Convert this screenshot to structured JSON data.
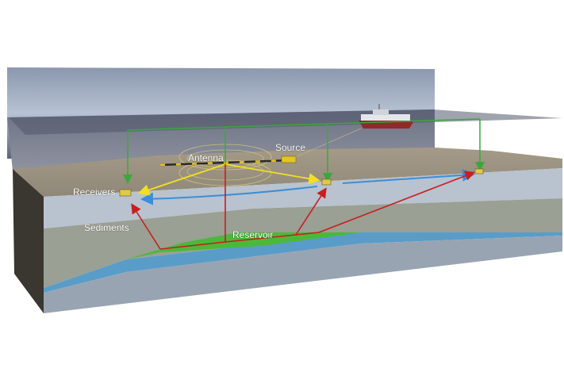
{
  "labels": {
    "antenna": "Antenna",
    "source": "Source",
    "receivers": "Receivers",
    "sediments": "Sediments",
    "reservoir": "Reservoir"
  },
  "colors": {
    "signal_green": "#3aa83a",
    "direct_yellow": "#f2e020",
    "reservoir_red": "#c81e1e",
    "seafloor_blue": "#3a8fd6",
    "reservoir_fill": "#4cb83a"
  }
}
